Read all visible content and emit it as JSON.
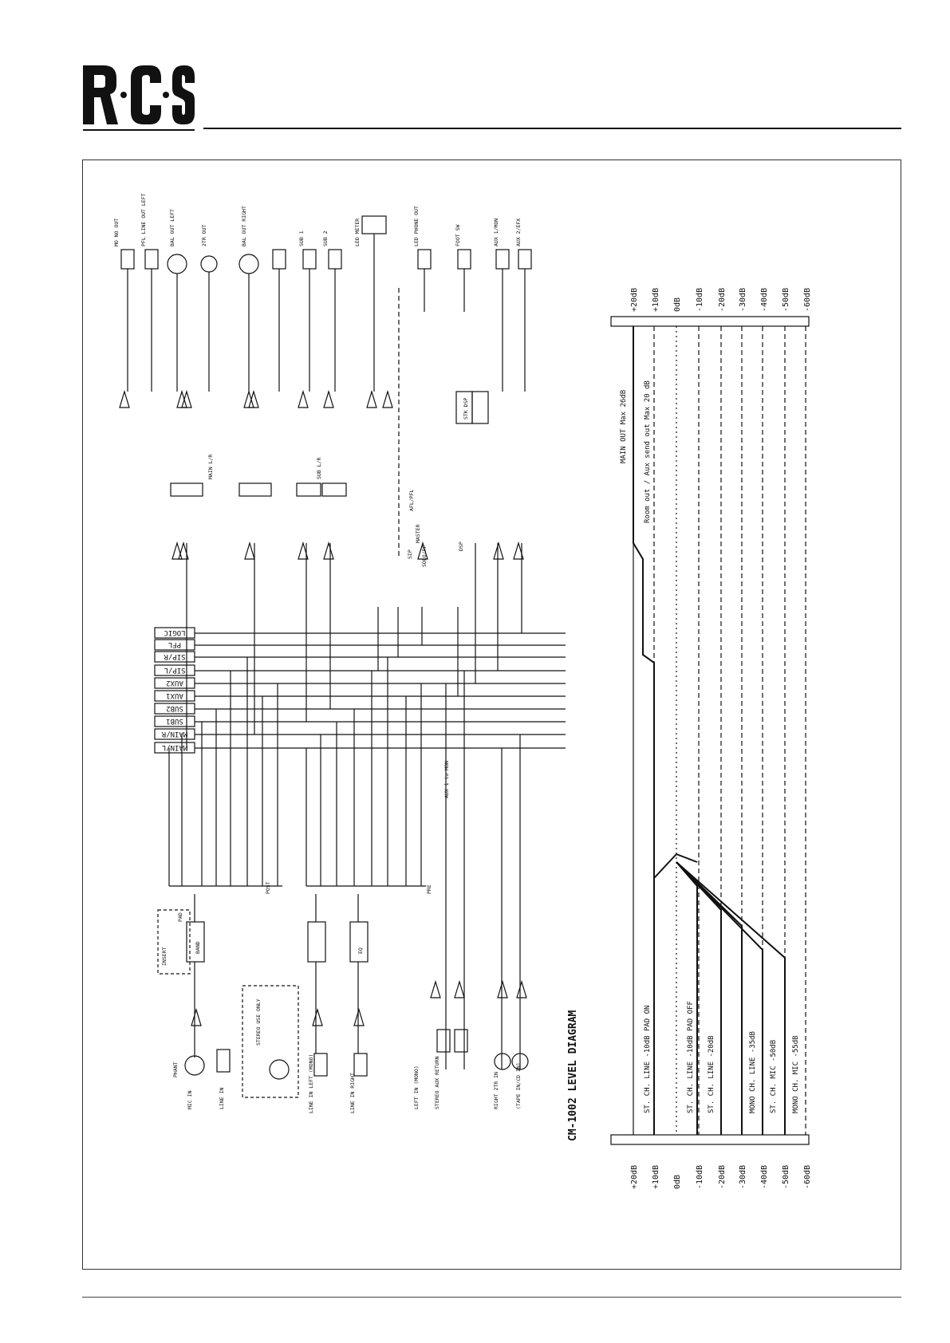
{
  "brand": {
    "logo_text": "R·C·S"
  },
  "schematic": {
    "bus_labels": [
      "LOGIC",
      "PFL",
      "SIP/R",
      "SIP/L",
      "AUX2",
      "AUX1",
      "SUB2",
      "SUB1",
      "MAIN/R",
      "MAIN/L"
    ],
    "outputs": [
      "MO NO OUT",
      "PFL LINE OUT LEFT",
      "BAL OUT LEFT",
      "2TR OUT",
      "BAL OUT RIGHT",
      "SUB 1",
      "SUB 2",
      "LED METER",
      "LED PHONE OUT",
      "FOOT SW",
      "AUX 1/MON",
      "AUX 2/EFX"
    ],
    "inputs": [
      "MIC IN",
      "LINE IN",
      "LINE IN LEFT (MONO)",
      "LINE IN RIGHT",
      "LEFT IN (MONO)",
      "STEREO AUX RETURN",
      "RIGHT 2TR IN",
      "(TAPE IN/CD IN)"
    ],
    "block_labels": [
      "MAIN L/R",
      "SUB L/R",
      "AFL/PFL",
      "STK DSP",
      "SOLO/PF",
      "INSERT",
      "PHANT",
      "PAD",
      "BAND",
      "EQ",
      "STEREO USE ONLY",
      "MASTER",
      "POST",
      "PRE",
      "AUX 1 to MON",
      "DSP",
      "SIP"
    ]
  },
  "level_diagram": {
    "title": "CM-1002 LEVEL DIAGRAM",
    "scale": [
      "+20dB",
      "+10dB",
      "0dB",
      "-10dB",
      "-20dB",
      "-30dB",
      "-40dB",
      "-50dB",
      "-60dB"
    ],
    "annotations": {
      "main_out": "MAIN OUT Max 26dB",
      "room_out": "Room out / Aux send out Max 20 dB"
    },
    "traces": [
      "ST. CH. LINE -10dB PAD ON",
      "ST. CH. LINE -10dB PAD OFF",
      "ST. CH. LINE -20dB",
      "MONO CH. LINE -35dB",
      "ST. CH. MIC -50dB",
      "MONO CH. MIC -55dB"
    ]
  }
}
